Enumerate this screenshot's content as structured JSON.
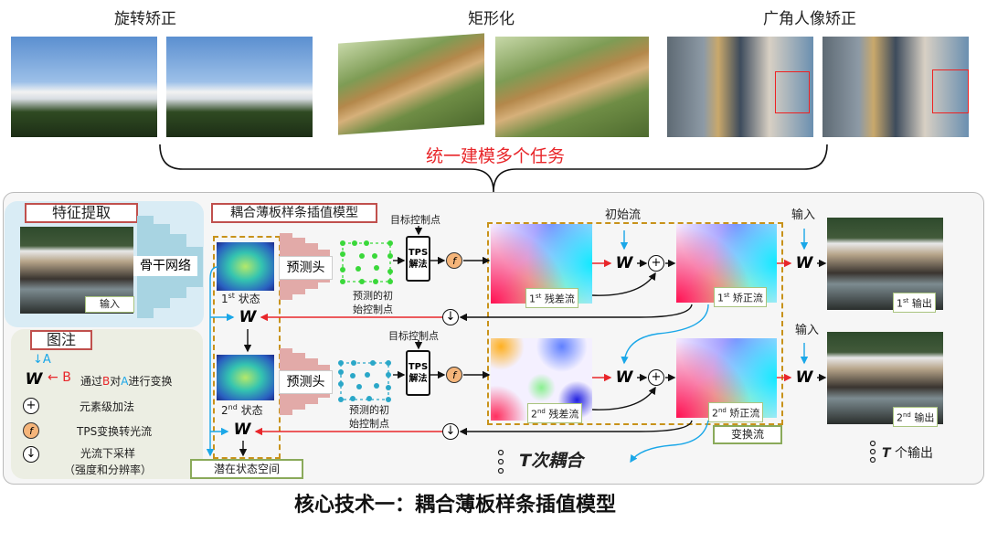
{
  "top": {
    "titles": [
      "旋转矫正",
      "矩形化",
      "广角人像矫正"
    ],
    "unify_label": "统一建模多个任务"
  },
  "feature": {
    "title": "特征提取",
    "input_label": "输入",
    "backbone_label": "骨干网络"
  },
  "model": {
    "title": "耦合薄板样条插值模型",
    "states": [
      {
        "ord": "1",
        "sup": "st",
        "text": "状态"
      },
      {
        "ord": "2",
        "sup": "nd",
        "text": "状态"
      }
    ],
    "head_label": "预测头",
    "pred_ctrl_label_1": "预测的初",
    "pred_ctrl_label_2": "始控制点",
    "target_ctrl_label": "目标控制点",
    "tps_label_1": "TPS",
    "tps_label_2": "解法",
    "f_symbol": "f",
    "w_symbol": "W",
    "latent_label": "潜在状态空间",
    "init_flow_label": "初始流",
    "residual_flows": [
      {
        "ord": "1",
        "sup": "st",
        "text": "残差流"
      },
      {
        "ord": "2",
        "sup": "nd",
        "text": "残差流"
      }
    ],
    "rect_flows": [
      {
        "ord": "1",
        "sup": "st",
        "text": "矫正流"
      },
      {
        "ord": "2",
        "sup": "nd",
        "text": "矫正流"
      }
    ],
    "transform_flow_label": "变换流",
    "input_label": "输入",
    "outputs": [
      {
        "ord": "1",
        "sup": "st",
        "text": "输出"
      },
      {
        "ord": "2",
        "sup": "nd",
        "text": "输出"
      }
    ],
    "t_coupling": "T次耦合",
    "t_outputs_t": "T",
    "t_outputs_text": "个输出"
  },
  "legend": {
    "title": "图注",
    "a": "A",
    "b": "B",
    "warp_desc_1": "通过",
    "warp_desc_b": "B",
    "warp_desc_2": "对",
    "warp_desc_a": "A",
    "warp_desc_3": "进行变换",
    "add_desc": "元素级加法",
    "tps_desc": "TPS变换转光流",
    "down_desc_1": "光流下采样",
    "down_desc_2": "（强度和分辨率）"
  },
  "caption": "核心技术一：耦合薄板样条插值模型",
  "colors": {
    "red": "#e8262a",
    "blue": "#1aa7e8",
    "dashed": "#c8921a",
    "green_pts": "#3ad83a",
    "blue_pts": "#2aa7c8"
  }
}
